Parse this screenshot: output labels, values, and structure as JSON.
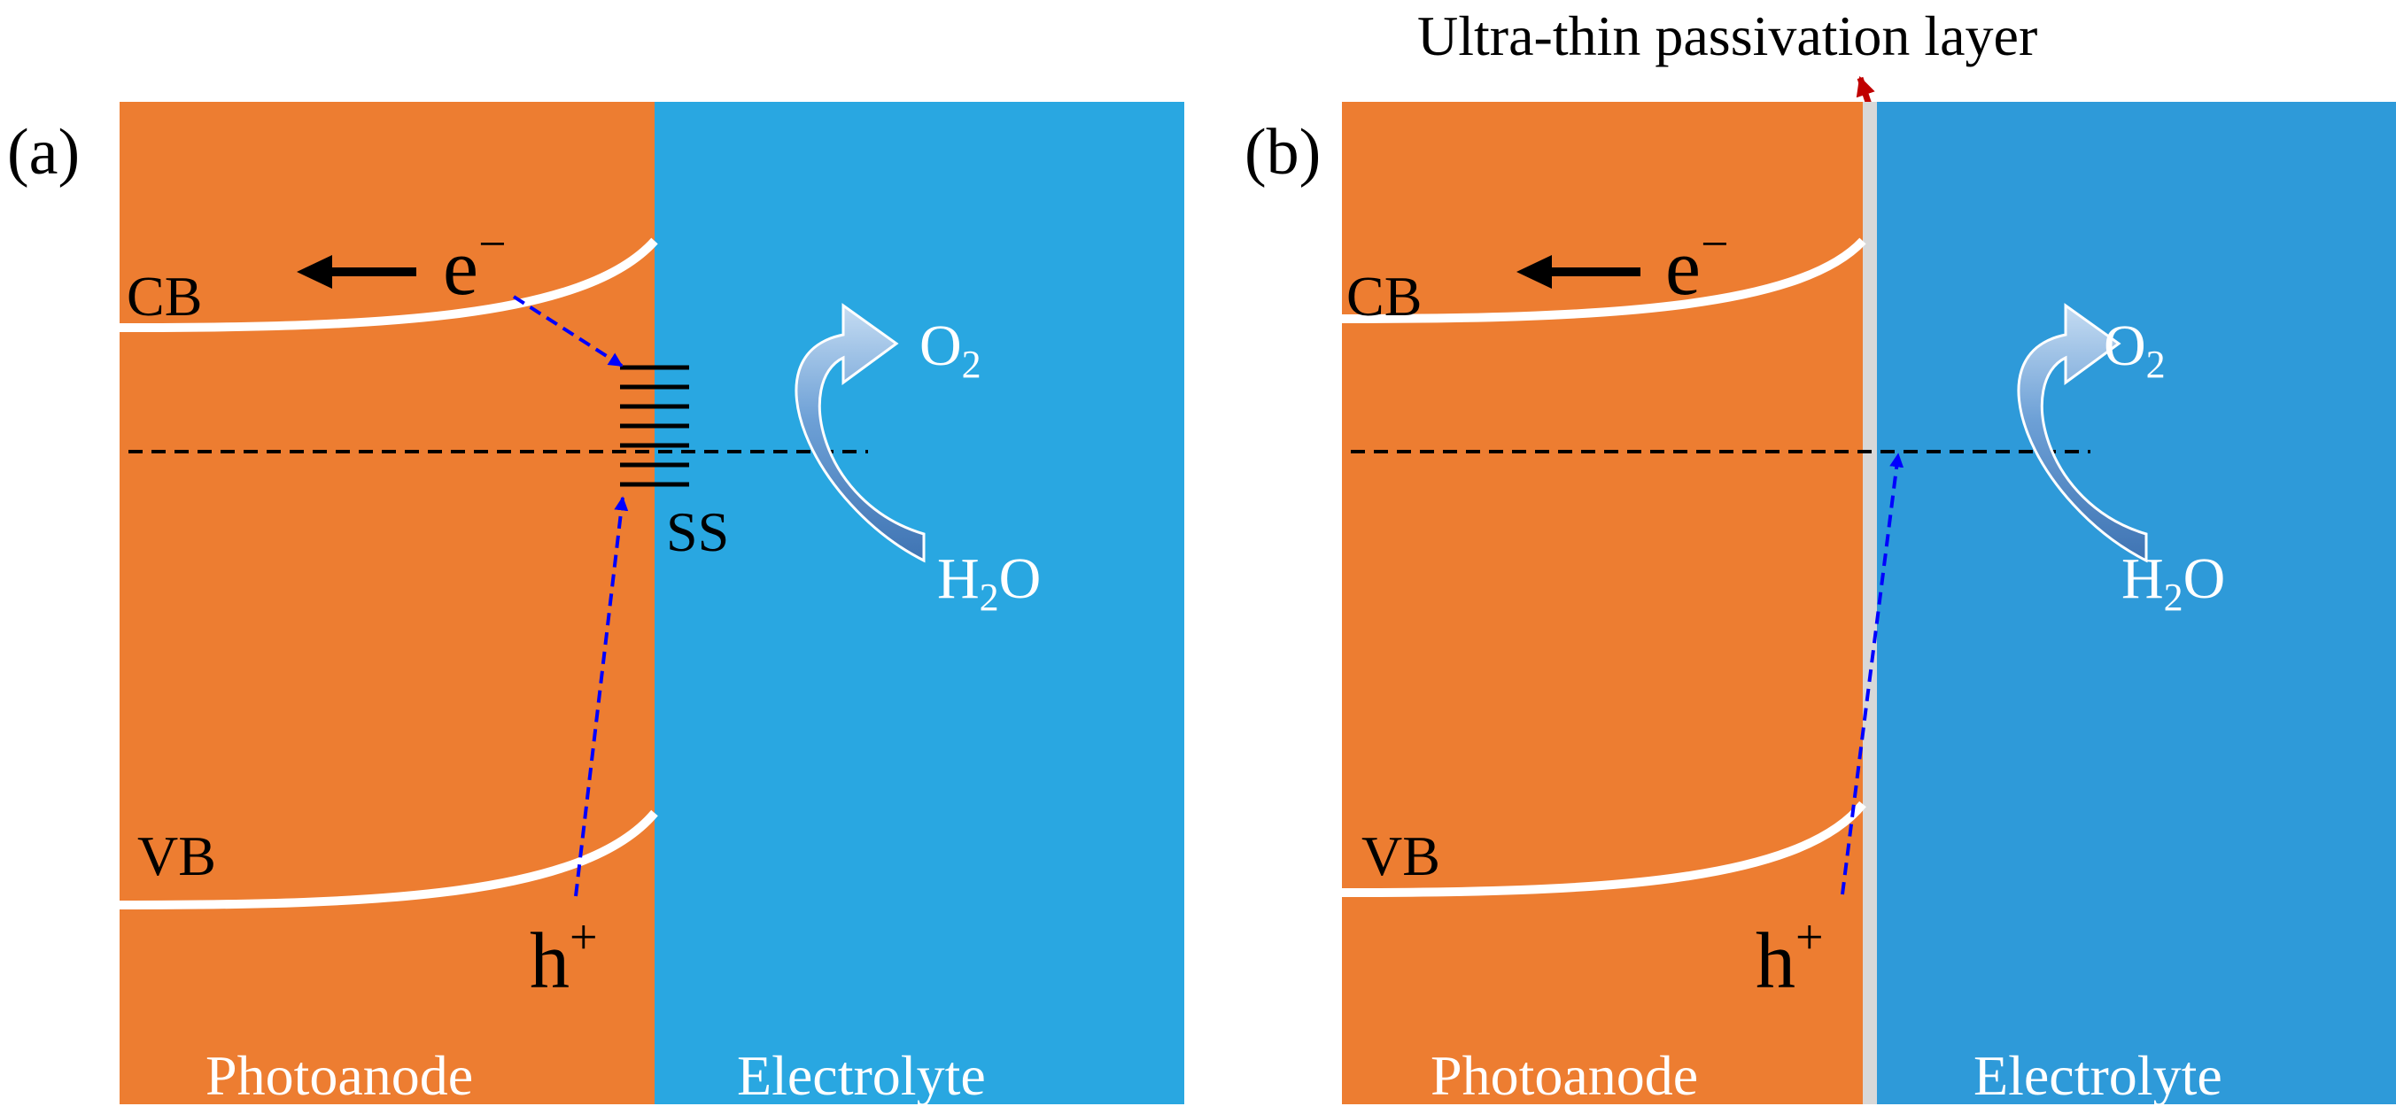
{
  "colors": {
    "photoanode": "#ED7D31",
    "electrolyte_a": "#29A7E1",
    "electrolyte_b": "#2E9AD9",
    "passivation": "#D8D8D8",
    "band_line": "#FFFFFF",
    "transfer_arrow": "#0000FF",
    "callout_arrow": "#C00000",
    "text_dark": "#000000",
    "text_light": "#FFFFFF"
  },
  "top_label": "Ultra-thin passivation layer",
  "panels": [
    {
      "id": "a",
      "label": "(a)",
      "cb": "CB",
      "vb": "VB",
      "electron": {
        "base": "e",
        "sup": "−"
      },
      "hole": {
        "base": "h",
        "sup": "+"
      },
      "surface_states": "SS",
      "o2": {
        "base": "O",
        "sub": "2"
      },
      "h2o": {
        "base": "H",
        "sub": "2",
        "tail": "O"
      },
      "photoanode": "Photoanode",
      "electrolyte": "Electrolyte"
    },
    {
      "id": "b",
      "label": "(b)",
      "cb": "CB",
      "vb": "VB",
      "electron": {
        "base": "e",
        "sup": "−"
      },
      "hole": {
        "base": "h",
        "sup": "+"
      },
      "o2": {
        "base": "O",
        "sub": "2"
      },
      "h2o": {
        "base": "H",
        "sub": "2",
        "tail": "O"
      },
      "photoanode": "Photoanode",
      "electrolyte": "Electrolyte"
    }
  ]
}
